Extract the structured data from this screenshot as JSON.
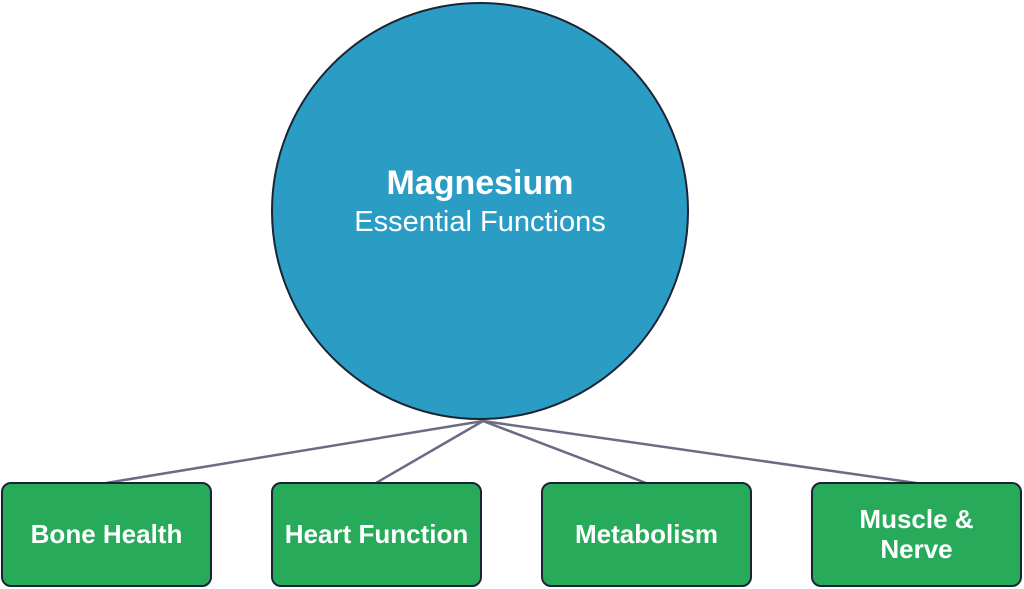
{
  "center": {
    "title": "Magnesium",
    "subtitle": "Essential Functions",
    "fill_color": "#2b9cc4"
  },
  "leaves": [
    {
      "label": "Bone Health"
    },
    {
      "label": "Heart Function"
    },
    {
      "label": "Metabolism"
    },
    {
      "label": "Muscle &\nNerve"
    }
  ],
  "colors": {
    "leaf_fill": "#27ab5b",
    "connector": "#6b6b85",
    "outline": "#1a2433"
  }
}
